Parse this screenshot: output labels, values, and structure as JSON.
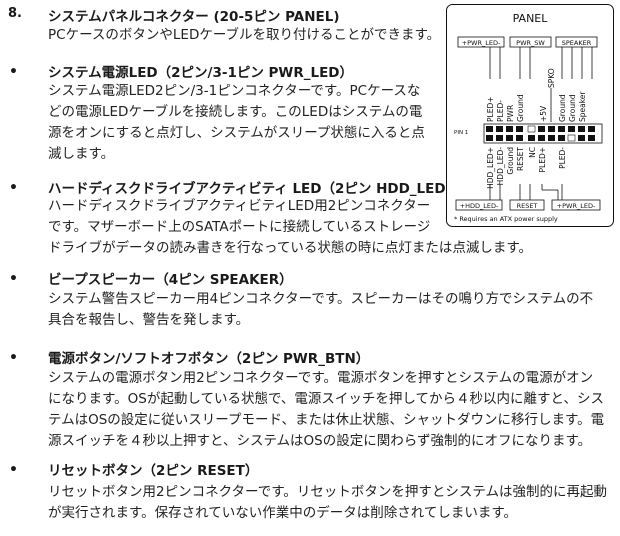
{
  "section_number": "8.",
  "bullet_symbol": "•",
  "sections": [
    {
      "heading": "システムパネルコネクター (20-5ピン PANEL)",
      "lines": [
        "PCケースのボタンやLEDケーブルを取り付けることができます。"
      ]
    },
    {
      "heading": "システム電源LED（2ピン/3-1ピン PWR_LED）",
      "lines": [
        "システム電源LED2ピン/3-1ピンコネクターです。PCケースな",
        "どの電源LEDケーブルを接続します。このLEDはシステムの電",
        "源をオンにすると点灯し、システムがスリープ状態に入ると点",
        "滅します。"
      ]
    },
    {
      "heading": "ハードディスクドライブアクティビティ LED（2ピン HDD_LED）",
      "lines": [
        "ハードディスクドライブアクティビティLED用2ピンコネクター",
        "です。マザーボード上のSATAポートに接続しているストレージ",
        "ドライブがデータの読み書きを行なっている状態の時に点灯または点滅します。"
      ]
    },
    {
      "heading": "ビープスピーカー（4ピン SPEAKER）",
      "lines": [
        "システム警告スピーカー用4ピンコネクターです。スピーカーはその鳴り方でシステムの不",
        "具合を報告し、警告を発します。"
      ]
    },
    {
      "heading": "電源ボタン/ソフトオフボタン（2ピン PWR_BTN）",
      "lines": [
        "システムの電源ボタン用2ピンコネクターです。電源ボタンを押すとシステムの電源がオン",
        "になります。OSが起動している状態で、電源スイッチを押してから４秒以内に離すと、シス",
        "テムはOSの設定に従いスリープモード、または休止状態、シャットダウンに移行します。電",
        "源スイッチを４秒以上押すと、システムはOSの設定に関わらず強制的にオフになります。"
      ]
    },
    {
      "heading": "リセットボタン（2ピン RESET）",
      "lines": [
        "リセットボタン用2ピンコネクターです。リセットボタンを押すとシステムは強制的に再起動",
        "が実行されます。保存されていない作業中のデータは削除されてしまいます。"
      ]
    }
  ],
  "diagram": {
    "title": "PANEL",
    "top_boxes": [
      "+PWR_LED-",
      "PWR_SW",
      "SPEAKER"
    ],
    "bottom_boxes": [
      "+HDD_LED-",
      "RESET",
      "+PWR_LED-"
    ],
    "top_pins": [
      "PLED+",
      "PLED-",
      "PWR",
      "Ground",
      "",
      "+5V",
      "Ground",
      "Ground",
      "Speaker"
    ],
    "bottom_pins": [
      "HDD_LED+",
      "HDD_LED-",
      "Ground",
      "RESET",
      "NC",
      "PLED+",
      "",
      "PLED-",
      ""
    ],
    "top_extra_label": "SPKO",
    "pin1_label": "PIN 1",
    "footnote": "* Requires an ATX power supply",
    "colors": {
      "border": "#111111",
      "background": "#ffffff"
    }
  }
}
